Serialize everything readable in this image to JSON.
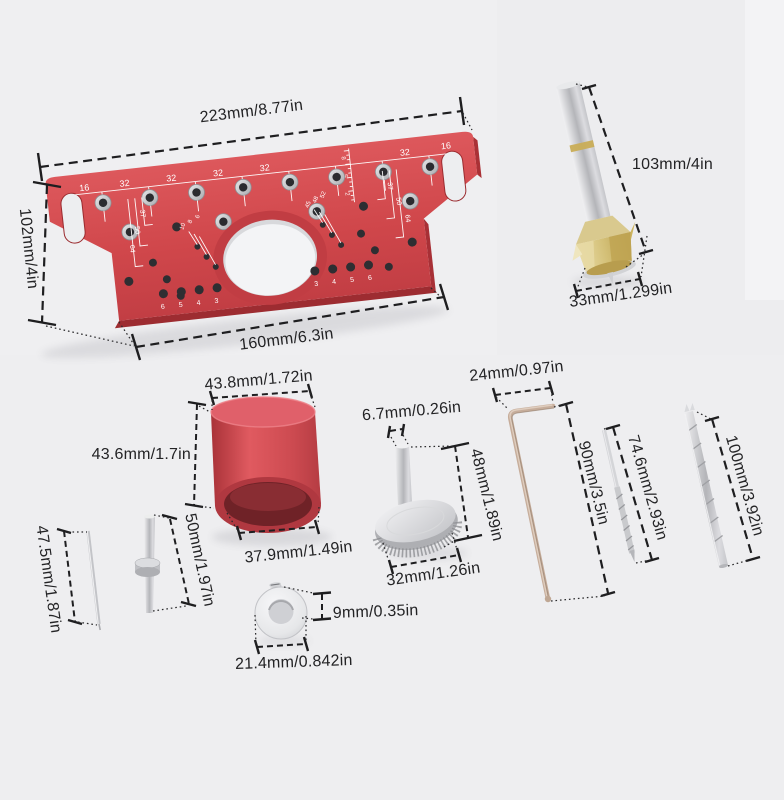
{
  "plate": {
    "dim_top": "223mm/8.77in",
    "dim_left": "102mm/4in",
    "dim_bottom": "160mm/6.3in",
    "spacing_labels": [
      "16",
      "32",
      "32",
      "32",
      "32",
      "32",
      "16"
    ],
    "bracket_left": [
      "37",
      "50",
      "64"
    ],
    "bracket_right": [
      "37",
      "50",
      "64"
    ],
    "holes_left": [
      "6",
      "5",
      "4",
      "3"
    ],
    "holes_right": [
      "3",
      "4",
      "5",
      "6"
    ],
    "mini_left": [
      "10",
      "8",
      "6"
    ],
    "mini_right": [
      "45",
      "48",
      "52"
    ],
    "ruler": [
      "8",
      "5",
      "2"
    ]
  },
  "forstner": {
    "dim_length": "103mm/4in",
    "dim_diameter": "33mm/1.299in"
  },
  "cup": {
    "dim_top": "43.8mm/1.72in",
    "dim_side": "43.6mm/1.7in",
    "dim_bottom": "37.9mm/1.49in"
  },
  "thin_bit": {
    "dim_length": "47.5mm/1.87in"
  },
  "pin": {
    "dim_length": "50mm/1.97in"
  },
  "knob": {
    "dim_stem": "6.7mm/0.26in",
    "dim_height": "48mm/1.89in",
    "dim_head": "32mm/1.26in"
  },
  "collar": {
    "dim_height": "9mm/0.35in",
    "dim_diameter": "21.4mm/0.842in"
  },
  "hex_key": {
    "dim_short": "24mm/0.97in",
    "dim_long": "90mm/3.5in"
  },
  "bit_small": {
    "dim_length": "74.6mm/2.93in"
  },
  "bit_large": {
    "dim_length": "100mm/3.92in"
  },
  "colors": {
    "plate_red": "#d0474b",
    "line_dark": "#1e1e20",
    "gold": "#c9ad56",
    "silver": "#c9cacd",
    "bronze": "#c6ad9b",
    "background": "#efeff1"
  }
}
